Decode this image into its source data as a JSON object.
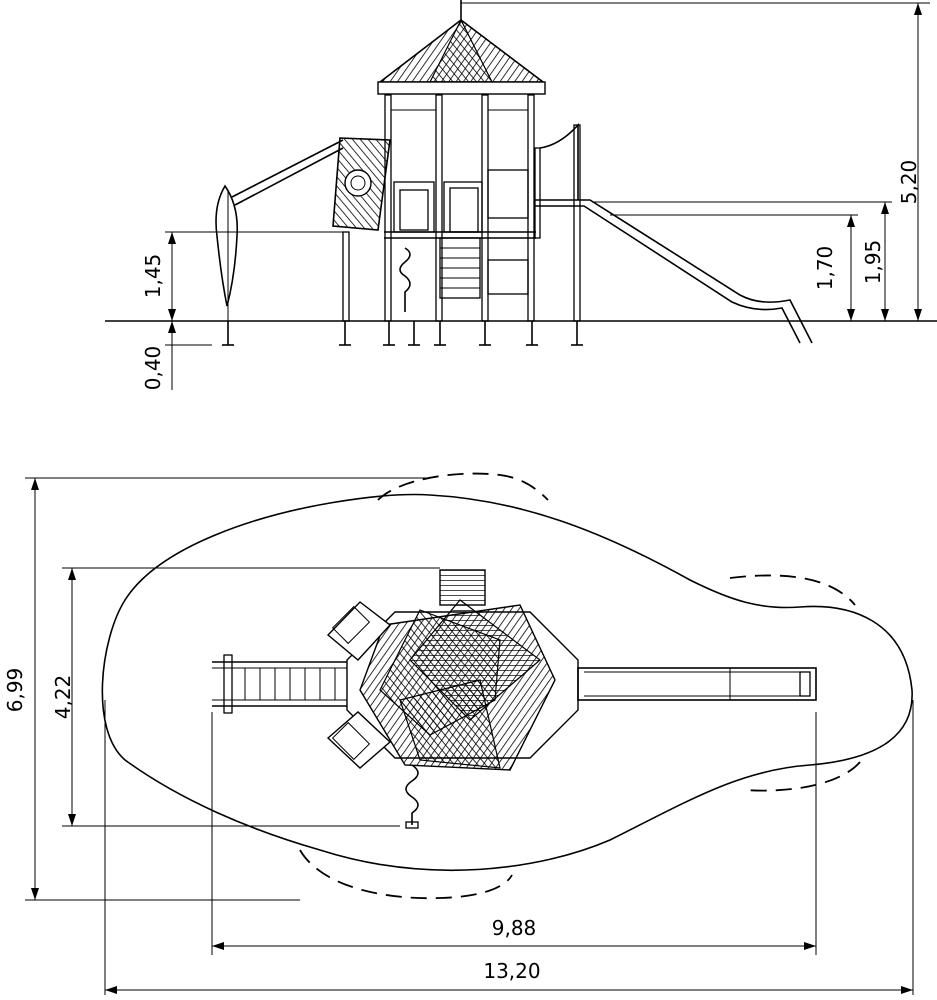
{
  "elevation": {
    "dim_total_height": "5,20",
    "dim_platform_a": "1,70",
    "dim_platform_b": "1,95",
    "dim_side_height": "1,45",
    "dim_foundation": "0,40"
  },
  "plan": {
    "dim_area_depth": "6,99",
    "dim_equipment_depth": "4,22",
    "dim_equipment_length": "9,88",
    "dim_area_length": "13,20"
  }
}
